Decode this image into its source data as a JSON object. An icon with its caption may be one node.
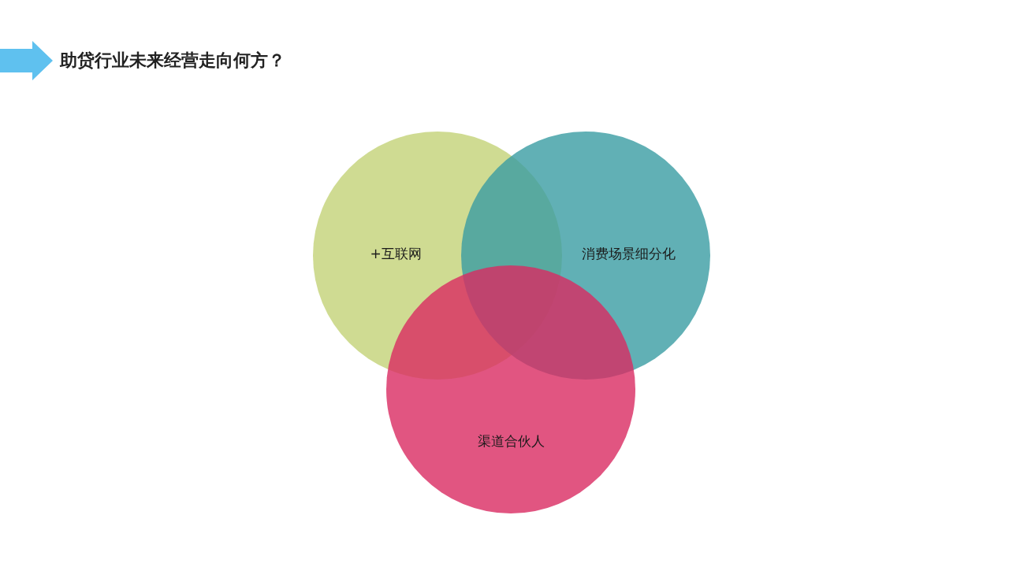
{
  "diagram": {
    "title": "助贷行业未来经营走向何方？",
    "nodes": [
      {
        "text": [
          "+互联网"
        ]
      },
      {
        "text": [
          "消费场景细分化"
        ]
      },
      {
        "text": [
          "渠道合伙人"
        ]
      }
    ]
  }
}
